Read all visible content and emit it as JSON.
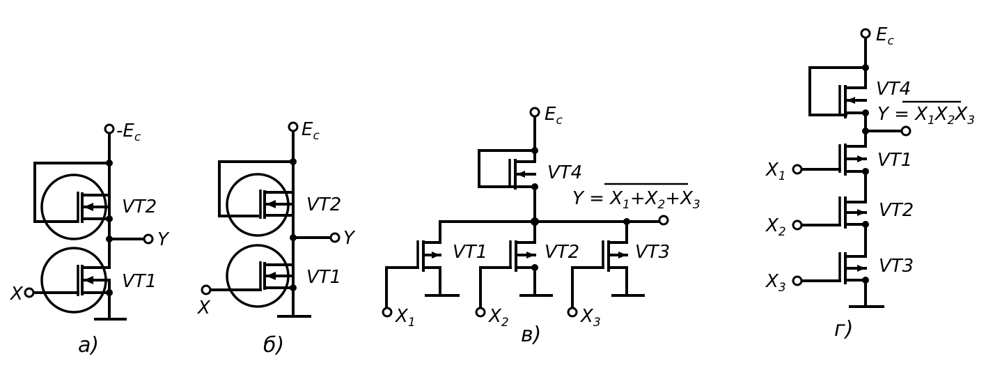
{
  "supply": "-E",
  "supply_sub": "c",
  "supply_e": "E",
  "vt1": "VT1",
  "vt2": "VT2",
  "vt3": "VT3",
  "vt4": "VT4",
  "x": "X",
  "y": "Y",
  "x1": "1",
  "x2": "2",
  "x3": "3",
  "formula_v": {
    "lhs": "Y = ",
    "terms": [
      "X",
      "+X",
      "+X"
    ],
    "subs": [
      "1",
      "2",
      "3"
    ]
  },
  "formula_g": {
    "lhs": "Y = ",
    "terms": [
      "X",
      "X",
      "X"
    ],
    "subs": [
      "1",
      "2",
      "3"
    ]
  },
  "captions": [
    "а)",
    "б)",
    "в)",
    "г)"
  ]
}
